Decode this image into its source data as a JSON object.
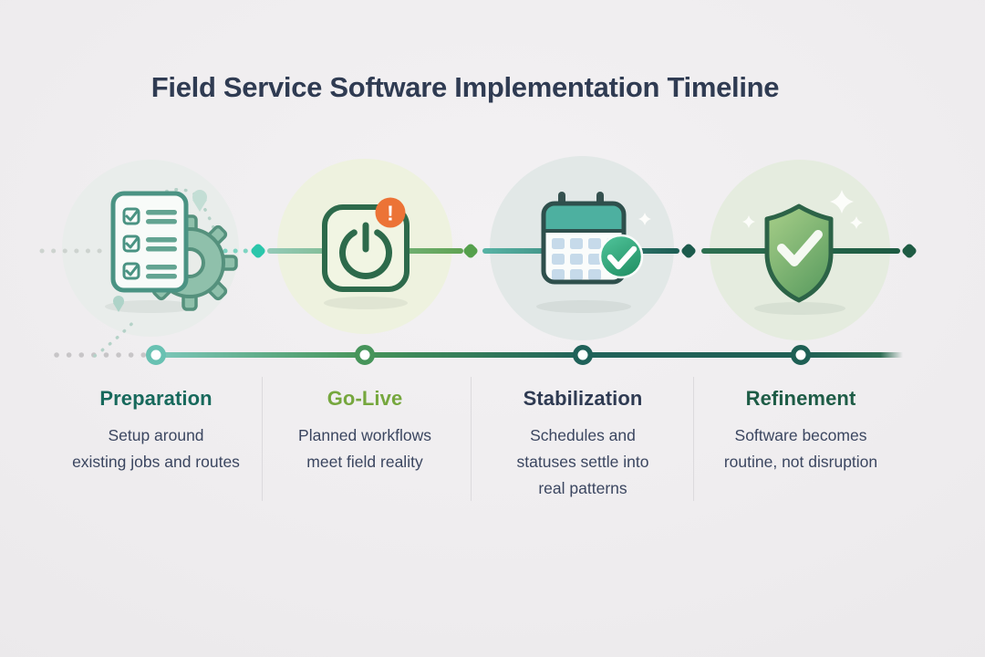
{
  "title": "Field Service Software Implementation Timeline",
  "phases": [
    {
      "name": "Preparation",
      "lines": [
        "Setup around",
        "existing jobs and routes"
      ],
      "accent_color": "#17695c",
      "icon": "checklist-gear-icon"
    },
    {
      "name": "Go-Live",
      "lines": [
        "Planned workflows",
        "meet field reality"
      ],
      "accent_color": "#76a73e",
      "icon": "power-button-icon",
      "badge": "!"
    },
    {
      "name": "Stabilization",
      "lines": [
        "Schedules and",
        "statuses settle into",
        "real patterns"
      ],
      "accent_color": "#2e3a52",
      "icon": "calendar-check-icon"
    },
    {
      "name": "Refinement",
      "lines": [
        "Software becomes",
        "routine, not disruption"
      ],
      "accent_color": "#1e5c46",
      "icon": "shield-check-icon"
    }
  ],
  "palette": {
    "background": "#efedef",
    "title_text": "#2f3b52",
    "body_text": "#3b4660",
    "teal_accent": "#2bc6ab",
    "green_accent": "#55a04c",
    "dark_teal": "#1f6055",
    "dark_green": "#1e5b43",
    "orange_badge": "#ec7336",
    "divider": "#dcdadd"
  }
}
